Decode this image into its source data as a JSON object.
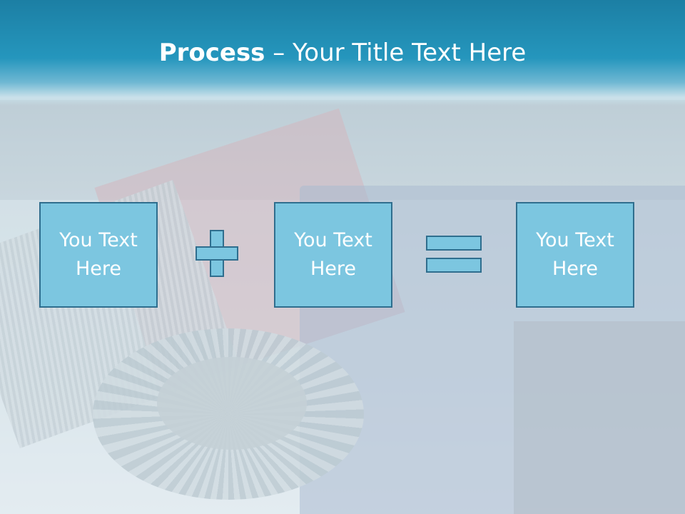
{
  "slide": {
    "title_bold": "Process",
    "title_rest": " – Your Title Text Here"
  },
  "process": {
    "box1": "You Text Here",
    "box2": "You Text Here",
    "box3": "You Text Here",
    "operator1": "plus",
    "operator2": "equals"
  },
  "colors": {
    "banner": "#2596bd",
    "box_fill": "#7cc6e0",
    "box_border": "#2f6e8e",
    "text": "#ffffff"
  }
}
